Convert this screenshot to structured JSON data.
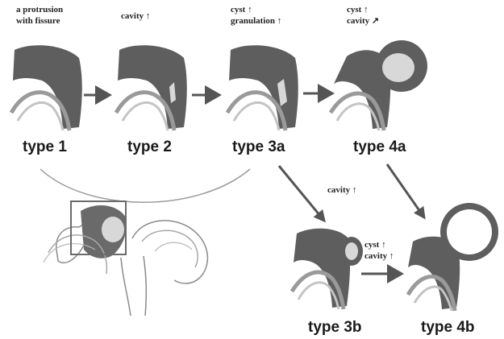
{
  "stages": {
    "type1": {
      "label": "type 1",
      "note_line1": "a protrusion",
      "note_line2": "with fissure"
    },
    "type2": {
      "label": "type 2",
      "note_line1": "cavity ↑"
    },
    "type3a": {
      "label": "type 3a",
      "note_line1": "cyst ↑",
      "note_line2": "granulation ↑"
    },
    "type4a": {
      "label": "type 4a",
      "note_line1": "cyst ↑",
      "note_line2": "cavity ↗"
    },
    "type3b": {
      "label": "type 3b"
    },
    "type4b": {
      "label": "type 4b"
    }
  },
  "transitions": {
    "from_3a_to_3b": "cavity ↑",
    "from_3b_to_4b_line1": "cyst ↑",
    "from_3b_to_4b_line2": "cavity ↑"
  },
  "colors": {
    "lesion": "#5e5e5e",
    "bone_outline": "#9a9a9a",
    "cyst_fill": "#d8d8d8",
    "arrow": "#555555"
  }
}
